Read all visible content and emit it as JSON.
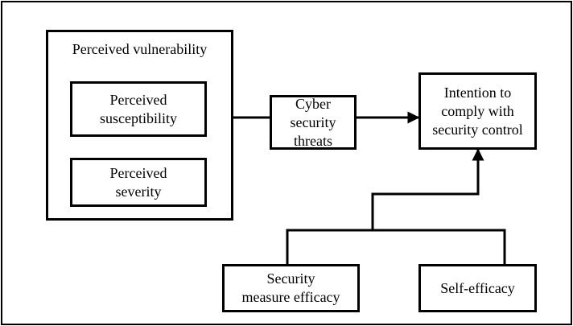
{
  "diagram": {
    "group": {
      "title": "Perceived vulnerability"
    },
    "nodes": {
      "susceptibility": "Perceived\nsusceptibility",
      "severity": "Perceived\nseverity",
      "threats": "Cyber security\nthreats",
      "intention": "Intention to\ncomply with\nsecurity control",
      "measure_efficacy": "Security\nmeasure efficacy",
      "self_efficacy": "Self-efficacy"
    },
    "edges": [
      {
        "from": "perceived-vulnerability",
        "to": "threats",
        "arrow": false
      },
      {
        "from": "threats",
        "to": "intention",
        "arrow": true
      },
      {
        "from": "measure_efficacy",
        "to": "intention",
        "arrow": true,
        "merged": true
      },
      {
        "from": "self_efficacy",
        "to": "intention",
        "arrow": true,
        "merged": true
      }
    ]
  }
}
